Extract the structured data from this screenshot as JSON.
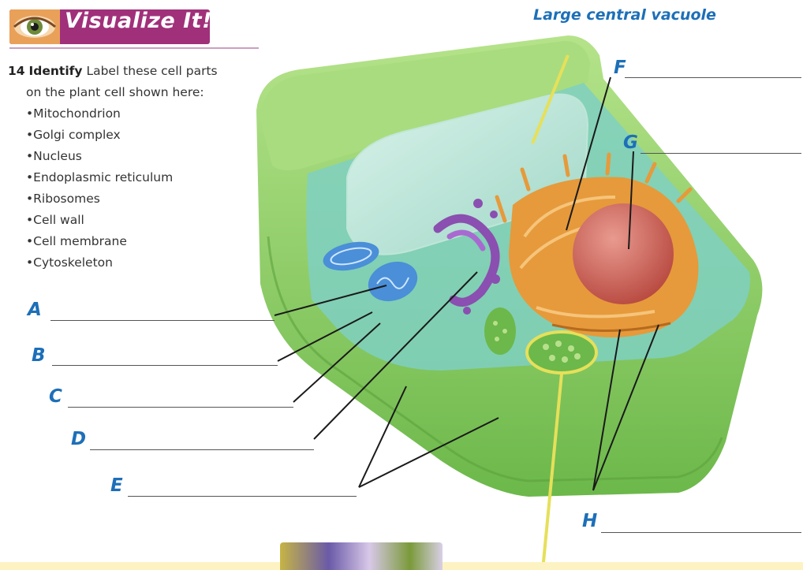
{
  "header": {
    "title": "Visualize It!",
    "eye_icon": "eye-icon",
    "colors": {
      "banner": "#a0307a",
      "eye_box": "#e9a15a"
    }
  },
  "question": {
    "number": "14",
    "verb": "Identify",
    "line1_rest": "Label these cell parts",
    "line2": "on the plant cell shown here:",
    "parts": [
      "Mitochondrion",
      "Golgi complex",
      "Nucleus",
      "Endoplasmic reticulum",
      "Ribosomes",
      "Cell wall",
      "Cell membrane",
      "Cytoskeleton"
    ]
  },
  "diagram": {
    "given_label": "Large central vacuole",
    "answer_letters": [
      "A",
      "B",
      "C",
      "D",
      "E",
      "F",
      "G",
      "H"
    ],
    "colors": {
      "label_blue": "#1d6fb8",
      "cell_wall": "#8ccf63",
      "vacuole": "#bfe6d8",
      "golgi": "#8a4fb0",
      "er": "#e69a3b",
      "nucleus": "#c95a5a",
      "mitochondrion": "#4a8fd8",
      "chloroplast": "#7ec04a",
      "pointer": "#e6e05a"
    }
  }
}
